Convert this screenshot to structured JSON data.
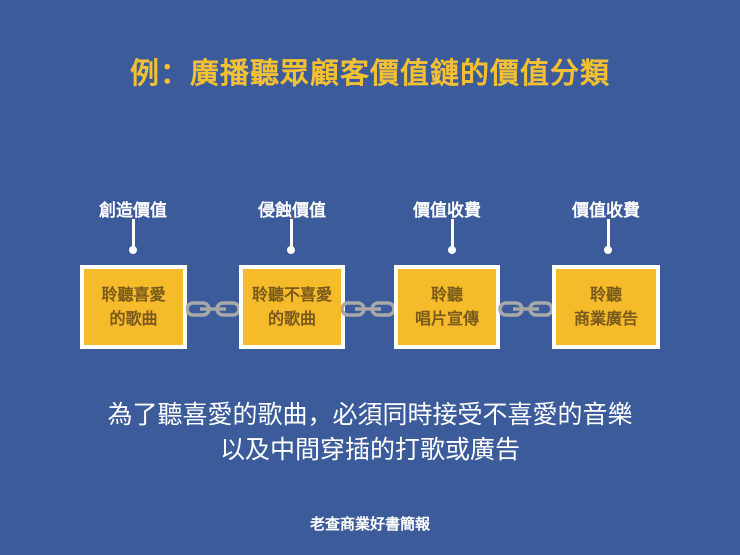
{
  "title": "例：廣播聽眾顧客價值鏈的價值分類",
  "stages": [
    {
      "label": "創造價值",
      "box_line1": "聆聽喜愛",
      "box_line2": "的歌曲"
    },
    {
      "label": "侵蝕價值",
      "box_line1": "聆聽不喜愛",
      "box_line2": "的歌曲"
    },
    {
      "label": "價值收費",
      "box_line1": "聆聽",
      "box_line2": "唱片宣傳"
    },
    {
      "label": "價值收費",
      "box_line1": "聆聽",
      "box_line2": "商業廣告"
    }
  ],
  "connector_icon": "chain-link-icon",
  "caption": {
    "line1": "為了聽喜愛的歌曲，必須同時接受不喜愛的音樂",
    "line2": "以及中間穿插的打歌或廣告"
  },
  "footer": "老查商業好書簡報",
  "colors": {
    "background": "#3b5b9b",
    "title": "#f4c033",
    "box_fill": "#f6bb2a",
    "box_border": "#ffffff",
    "box_text": "#7a5a1a",
    "chain": "#a8a8a8"
  }
}
